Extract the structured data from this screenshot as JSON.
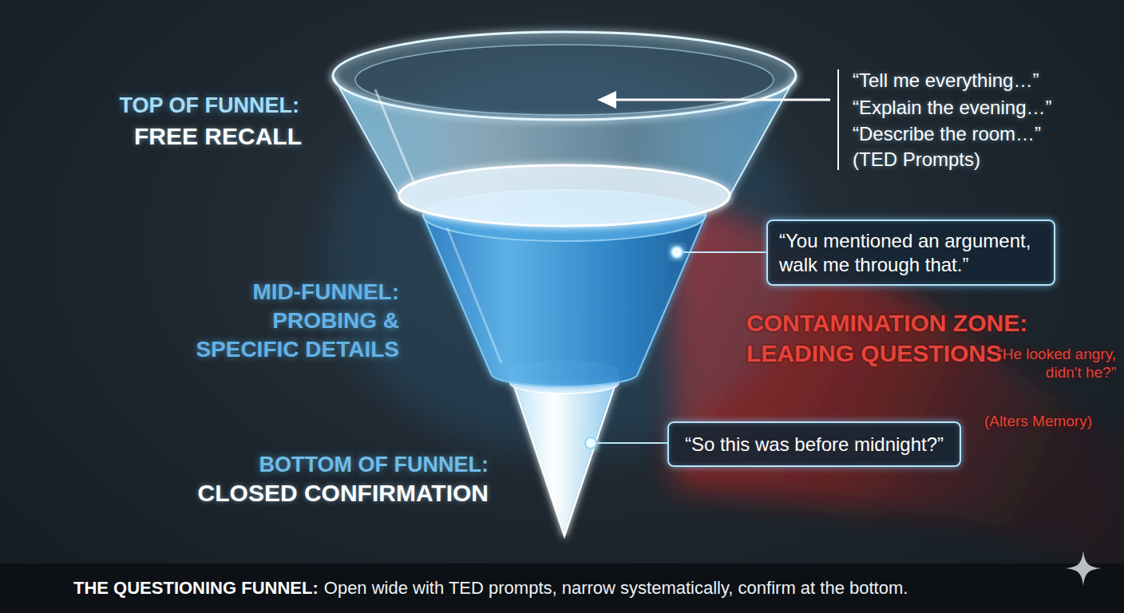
{
  "diagram": {
    "nodes": [
      {
        "text": [
          "“You mentioned an argument, walk me through that.”"
        ]
      },
      {
        "text": [
          "“So this was before midnight?”"
        ]
      },
      {
        "text": [
          "THE QUESTIONING FUNNEL:",
          "Open wide with TED prompts, narrow systematically, confirm at the bottom."
        ]
      }
    ],
    "labels": [
      "TOP OF FUNNEL:",
      "FREE RECALL",
      "“Tell me everything…”",
      "“Explain the evening…”",
      "“Describe the room…”",
      "(TED Prompts)",
      "MID-FUNNEL:",
      "PROBING & SPECIFIC DETAILS",
      "CONTAMINATION ZONE:",
      "LEADING QUESTIONS",
      "“He looked angry, didn't he?”",
      "(Alters Memory)",
      "BOTTOM OF FUNNEL:",
      "CLOSED CONFIRMATION"
    ]
  }
}
